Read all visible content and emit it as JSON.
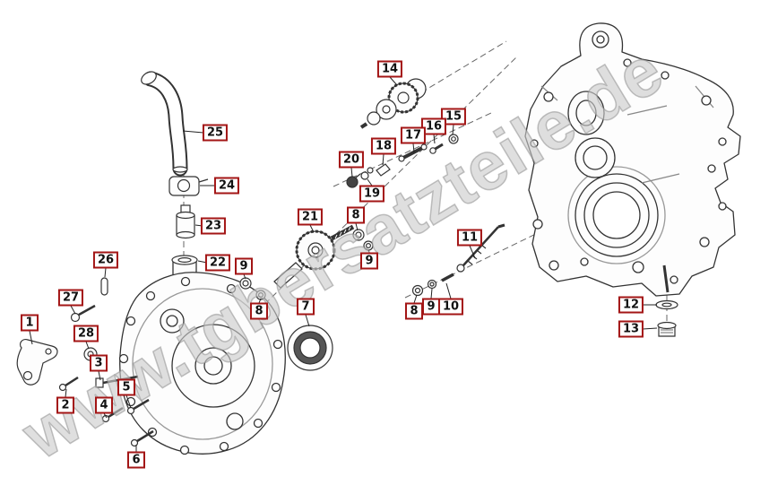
{
  "watermark": {
    "text": "www.tgbersatzteile.de"
  },
  "callouts": {
    "1": "1",
    "2": "2",
    "3": "3",
    "4": "4",
    "5": "5",
    "6": "6",
    "7": "7",
    "8": "8",
    "9": "9",
    "10": "10",
    "11": "11",
    "12": "12",
    "13": "13",
    "14": "14",
    "15": "15",
    "16": "16",
    "17": "17",
    "18": "18",
    "19": "19",
    "20": "20",
    "21": "21",
    "22": "22",
    "23": "23",
    "24": "24",
    "25": "25",
    "26": "26",
    "27": "27",
    "28": "28"
  },
  "colors": {
    "callout_border": "#a31515",
    "line": "#333333",
    "watermark": "#c9c9c9"
  }
}
